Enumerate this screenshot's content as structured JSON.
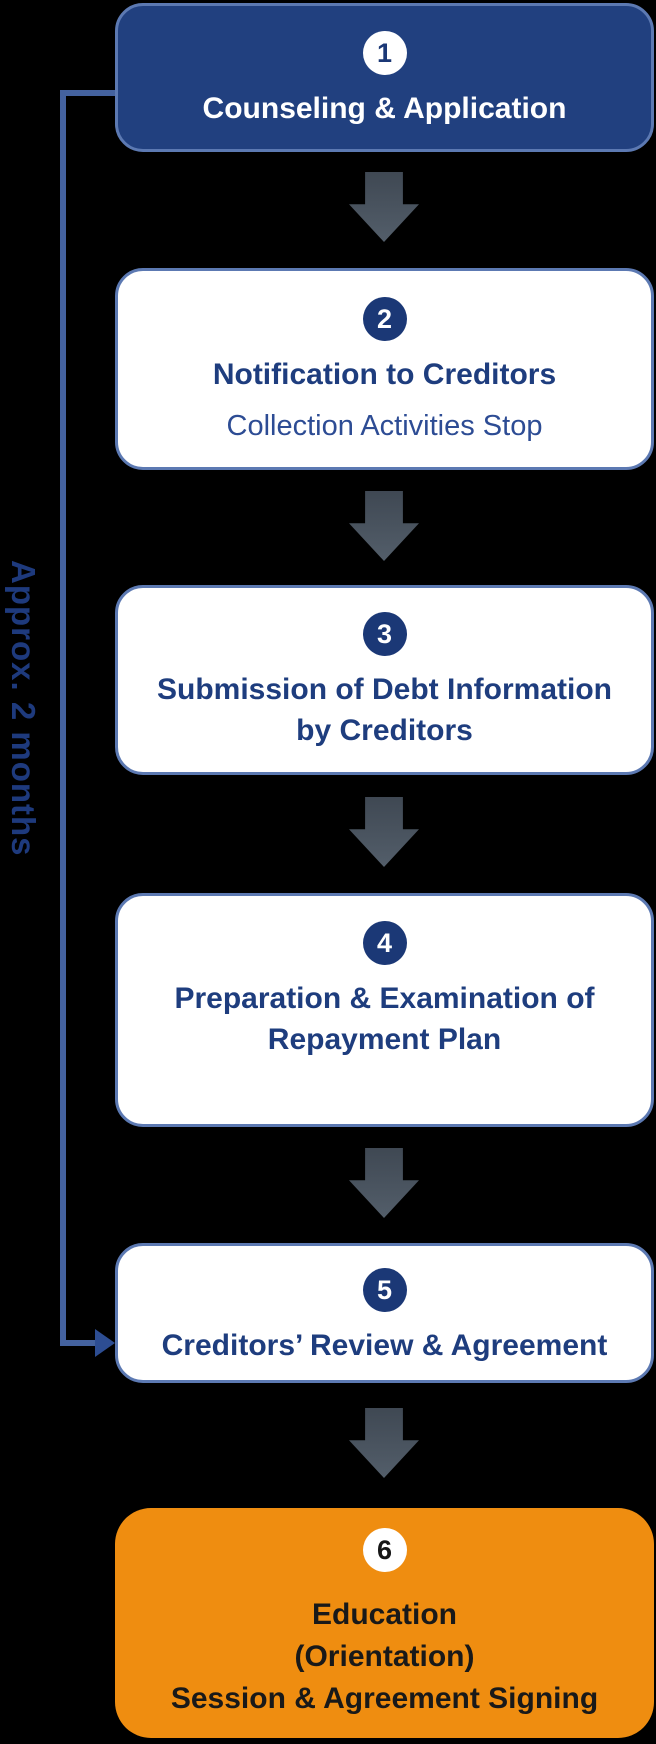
{
  "diagram_title": "Debt workout process flow (6 steps)",
  "timeline": {
    "label": "Approx. 2 months",
    "spans_steps": "1 to 5"
  },
  "steps": [
    {
      "number": "1",
      "title": "Counseling & Application",
      "style": "navy"
    },
    {
      "number": "2",
      "title": "Notification to Creditors",
      "subtitle": "Collection Activities Stop",
      "style": "white"
    },
    {
      "number": "3",
      "title": "Submission of Debt Information\nby Creditors",
      "style": "white"
    },
    {
      "number": "4",
      "title": "Preparation & Examination of\nRepayment Plan",
      "style": "white"
    },
    {
      "number": "5",
      "title": "Creditors’ Review & Agreement",
      "style": "white"
    },
    {
      "number": "6",
      "title": "Education\n(Orientation)\nSession & Agreement Signing",
      "style": "orange"
    }
  ],
  "icons": {
    "down_arrow": "gray block arrow pointing down",
    "right_arrowhead": "blue triangle pointing right into step 5"
  },
  "colors": {
    "background": "#000000",
    "navy_box": "#21407f",
    "box_border": "#5c79b2",
    "white_box": "#ffffff",
    "navy_text": "#1e3d7e",
    "subtitle_text": "#2d4c94",
    "orange_box": "#ef8d10",
    "dark_text": "#191919",
    "arrow_gray": "#4a545f",
    "timeline_blue": "#44629f"
  }
}
